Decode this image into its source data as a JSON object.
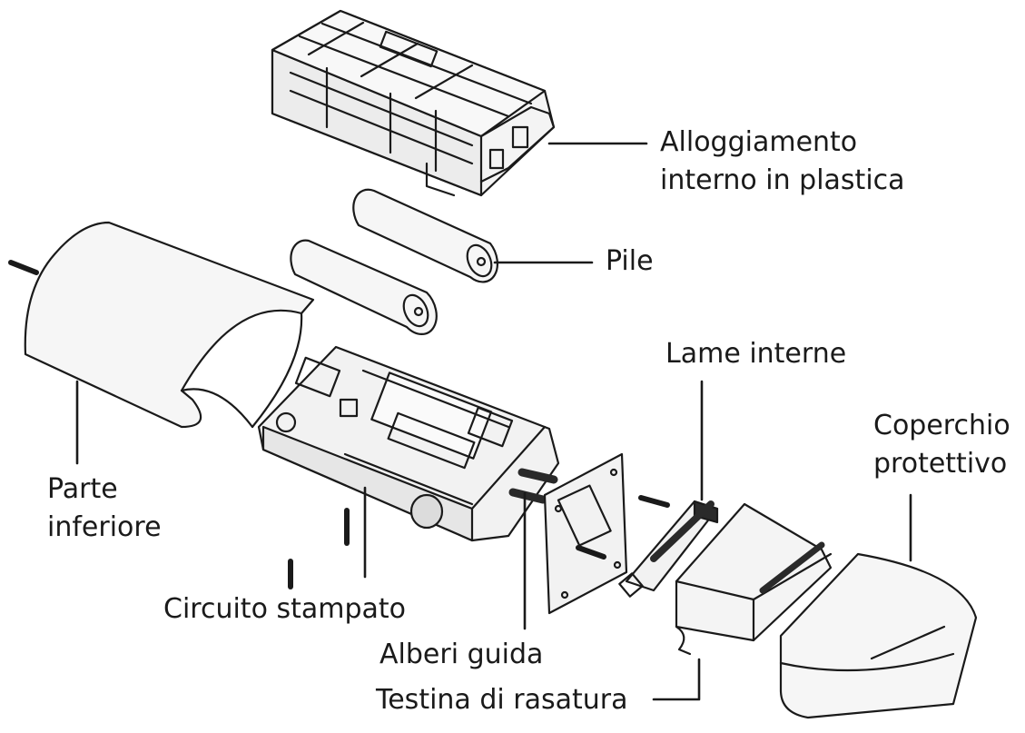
{
  "labels": {
    "housing_line1": "Alloggiamento",
    "housing_line2": "interno in plastica",
    "batteries": "Pile",
    "inner_blades": "Lame interne",
    "cover_line1": "Coperchio",
    "cover_line2": "protettivo",
    "bottom_line1": "Parte",
    "bottom_line2": "inferiore",
    "pcb": "Circuito stampato",
    "shafts": "Alberi guida",
    "head": "Testina di rasatura"
  },
  "colors": {
    "ink": "#1a1a1a",
    "fill_light": "#f4f4f4",
    "fill_mid": "#dedede",
    "fill_dark": "#2a2a2a"
  }
}
